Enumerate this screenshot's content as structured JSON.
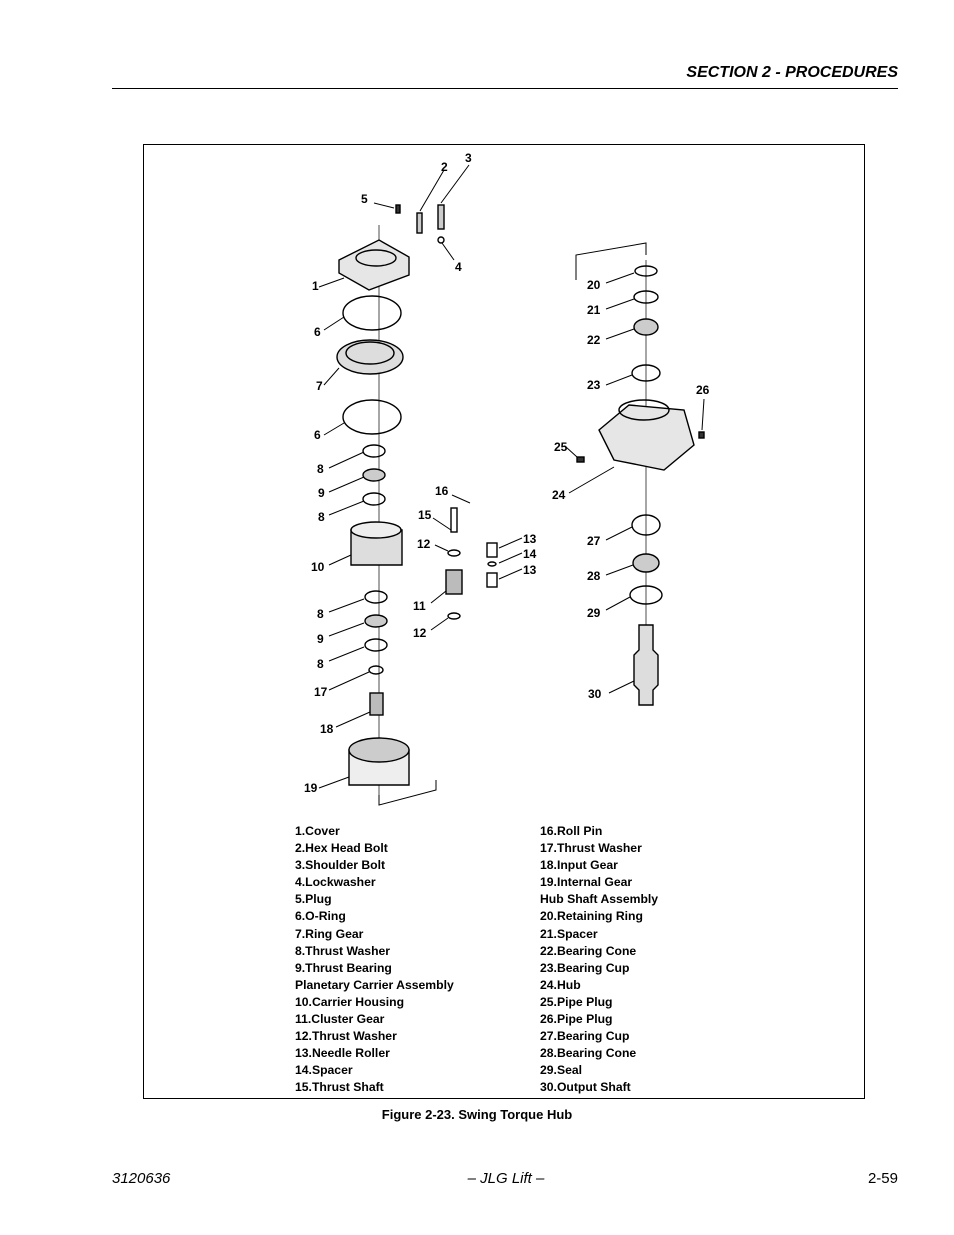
{
  "header": {
    "section_title": "SECTION 2 - PROCEDURES"
  },
  "figure": {
    "caption": "Figure 2-23.  Swing Torque Hub",
    "callouts": [
      "1",
      "2",
      "3",
      "4",
      "5",
      "6",
      "7",
      "6",
      "8",
      "9",
      "8",
      "10",
      "16",
      "15",
      "12",
      "13",
      "14",
      "13",
      "11",
      "12",
      "8",
      "9",
      "8",
      "17",
      "18",
      "19",
      "20",
      "21",
      "22",
      "23",
      "26",
      "25",
      "24",
      "27",
      "28",
      "29",
      "30"
    ],
    "legend_left": [
      "1.Cover",
      "2.Hex Head Bolt",
      "3.Shoulder Bolt",
      "4.Lockwasher",
      "5.Plug",
      "6.O-Ring",
      "7.Ring Gear",
      "8.Thrust Washer",
      "9.Thrust Bearing",
      "Planetary Carrier Assembly",
      "10.Carrier Housing",
      "11.Cluster Gear",
      "12.Thrust Washer",
      "13.Needle Roller",
      "14.Spacer",
      "15.Thrust Shaft"
    ],
    "legend_right": [
      "16.Roll Pin",
      "17.Thrust Washer",
      "18.Input Gear",
      "19.Internal Gear",
      "Hub Shaft Assembly",
      "20.Retaining Ring",
      "21.Spacer",
      "22.Bearing Cone",
      "23.Bearing Cup",
      "24.Hub",
      "25.Pipe Plug",
      "26.Pipe Plug",
      "27.Bearing Cup",
      "28.Bearing Cone",
      "29.Seal",
      "30.Output Shaft"
    ]
  },
  "footer": {
    "doc_number": "3120636",
    "brand": "– JLG Lift –",
    "page": "2-59"
  }
}
